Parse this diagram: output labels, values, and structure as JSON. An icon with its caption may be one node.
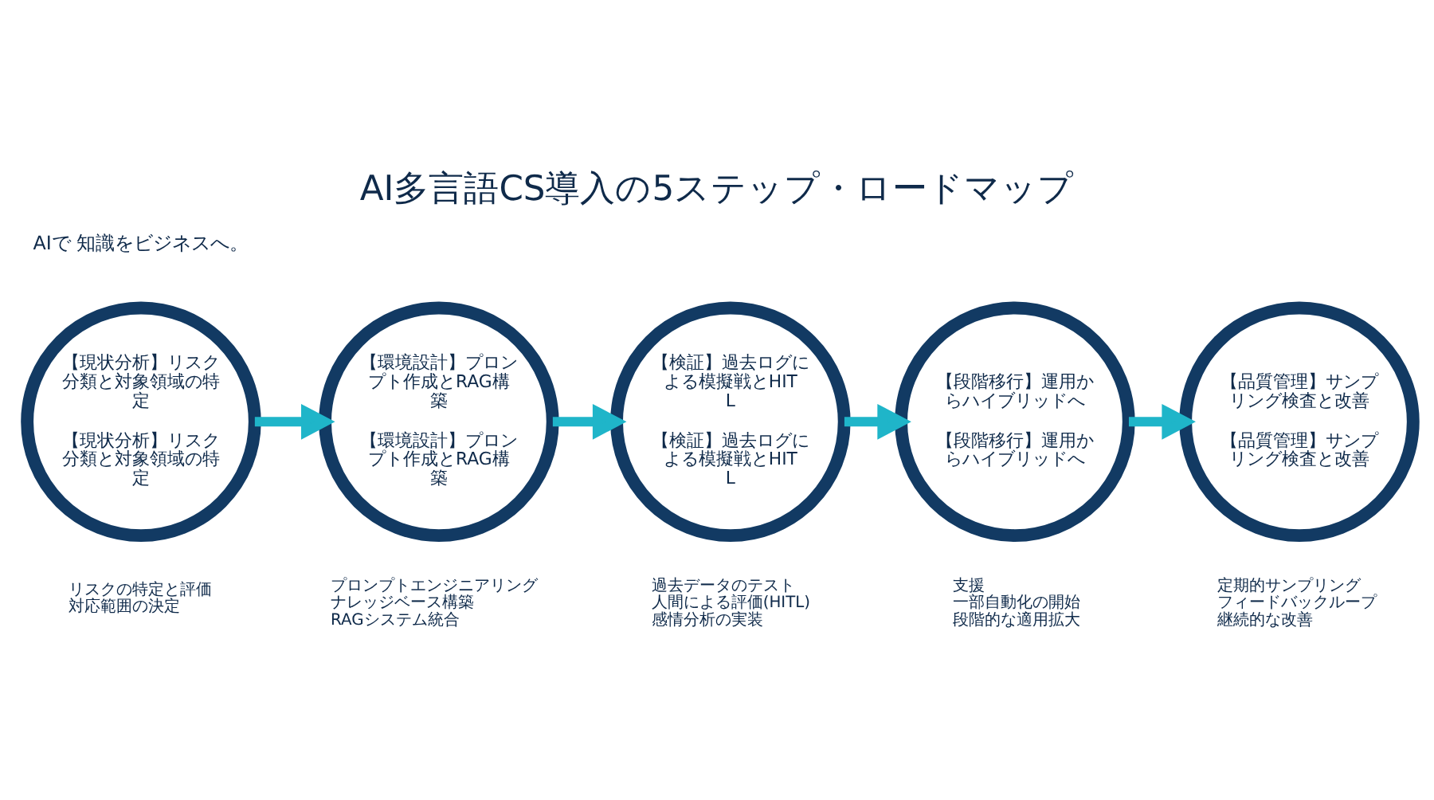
{
  "diagram": {
    "title": "AI多言語CS導入の5ステップ・ロードマップ",
    "nodes": [
      {
        "text": [
          "【現状分析】リスク分類と対象領域の特定",
          "【現状分析】リスク分類と対象領域の特定"
        ],
        "beside": [
          "リスクの特定と評価",
          "対応範囲の決定"
        ]
      },
      {
        "text": [
          "【環境設計】プロンプト作成とRAG構築",
          "【環境設計】プロンプト作成とRAG構築"
        ],
        "beside": [
          "プロンプトエンジニアリング",
          "ナレッジベース構築",
          "RAGシステム統合"
        ]
      },
      {
        "text": [
          "【検証】過去ログによる模擬戦とHITL",
          "【検証】過去ログによる模擬戦とHITL"
        ],
        "beside": [
          "過去データのテスト",
          "人間による評価(HITL)",
          "感情分析の実装"
        ]
      },
      {
        "text": [
          "【段階移行】運用からハイブリッドへ",
          "【段階移行】運用からハイブリッドへ"
        ],
        "beside": [
          "支援",
          "一部自動化の開始",
          "段階的な適用拡大"
        ]
      },
      {
        "text": [
          "【品質管理】サンプリング検査と改善",
          "【品質管理】サンプリング検査と改善"
        ],
        "beside": [
          "定期的サンプリング",
          "フィードバックループ",
          "継続的な改善"
        ]
      }
    ],
    "edges": [
      {
        "from": 0,
        "to": 1,
        "arrow": "to"
      },
      {
        "from": 1,
        "to": 2,
        "arrow": "to"
      },
      {
        "from": 2,
        "to": 3,
        "arrow": "to"
      },
      {
        "from": 3,
        "to": 4,
        "arrow": "to"
      }
    ],
    "labels": [
      "AIで 知識をビジネスへ。"
    ]
  }
}
